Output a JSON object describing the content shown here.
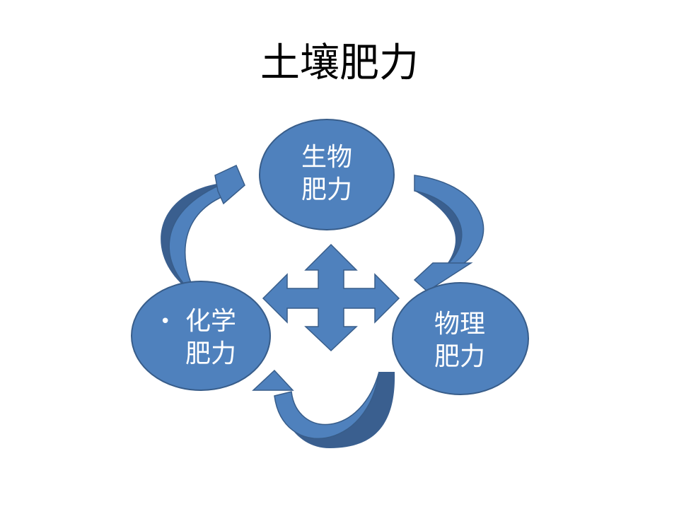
{
  "title": "土壤肥力",
  "colors": {
    "node_fill": "#4f81bd",
    "node_stroke": "#385d8a",
    "arrow_fill": "#4f81bd",
    "arrow_dark": "#3a5f8f",
    "label": "#ffffff"
  },
  "nodes": {
    "biological": {
      "line1": "生物",
      "line2": "肥力"
    },
    "physical": {
      "line1": "物理",
      "line2": "肥力"
    },
    "chemical": {
      "bullet": "•",
      "line1": "化学",
      "line2": "肥力"
    }
  },
  "center_icon": "four-way-arrow-icon"
}
